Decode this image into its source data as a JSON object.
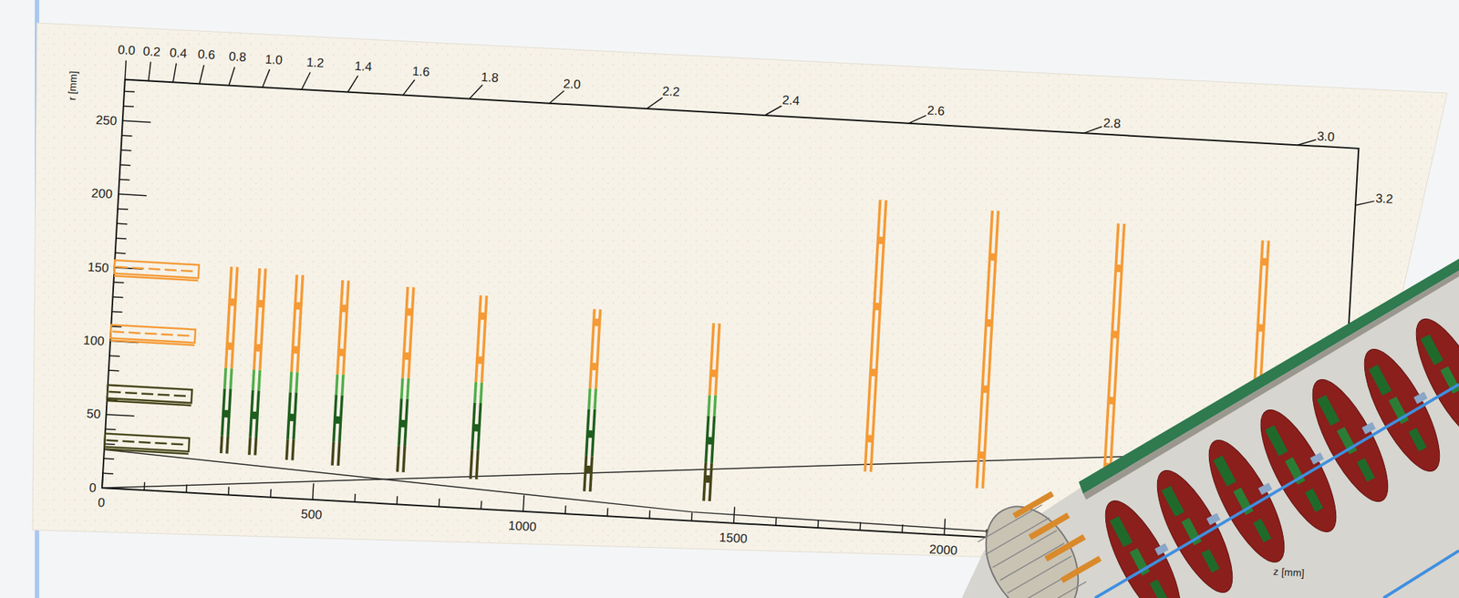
{
  "diagram": {
    "labels": [
      "0.0",
      "0.2",
      "0.4",
      "0.6",
      "0.8",
      "1.0",
      "1.2",
      "1.4",
      "1.6",
      "1.8",
      "2.0",
      "2.2",
      "2.4",
      "2.6",
      "2.8",
      "3.0",
      "3.2",
      "r [mm]",
      "250",
      "200",
      "150",
      "100",
      "50",
      "0",
      "0",
      "500",
      "1000",
      "1500",
      "2000",
      "z [mm]"
    ]
  }
}
